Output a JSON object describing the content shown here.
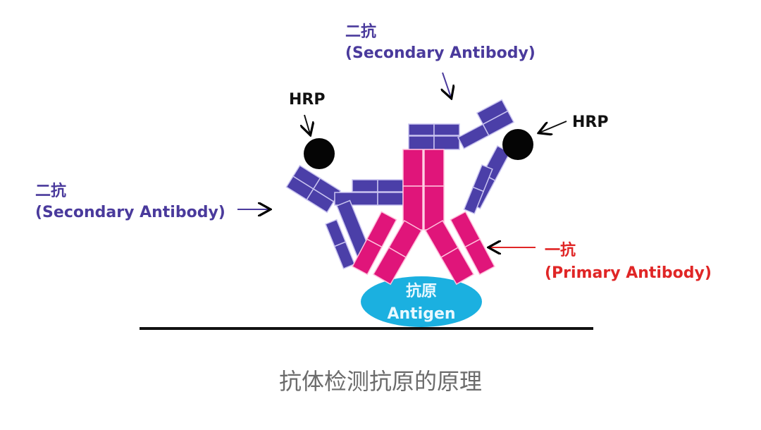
{
  "top_label": {
    "cn": "二抗",
    "en": "(Secondary Antibody)"
  },
  "left_label": {
    "cn": "二抗",
    "en": "(Secondary Antibody)"
  },
  "right_label": {
    "cn": "一抗",
    "en": "(Primary Antibody)"
  },
  "hrp_left": "HRP",
  "hrp_right": "HRP",
  "antigen": {
    "cn": "抗原",
    "en": "Antigen"
  },
  "caption": "抗体检测抗原的原理",
  "colors": {
    "secondary": "#4b3fa8",
    "primary": "#e0157a",
    "antigen": "#1bb0e0",
    "label_purple": "#4a3a9c",
    "label_red": "#e02626"
  }
}
